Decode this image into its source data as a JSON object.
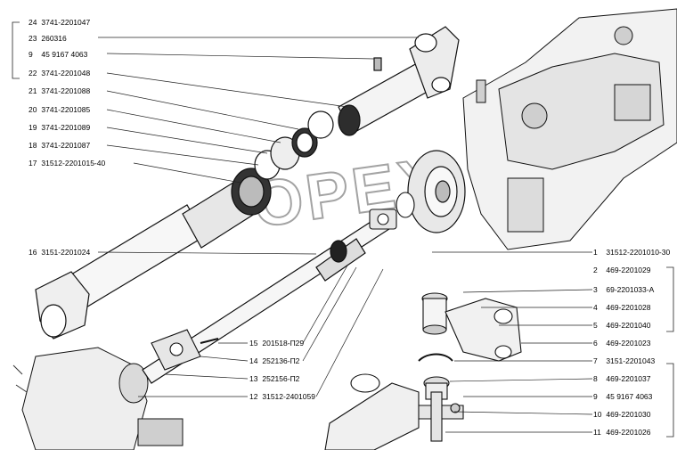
{
  "watermark": "OPEX",
  "callouts_left": [
    {
      "num": "24",
      "part": "3741-2201047"
    },
    {
      "num": "23",
      "part": "260316"
    },
    {
      "num": "9",
      "part": "45 9167 4063"
    },
    {
      "num": "22",
      "part": "3741-2201048"
    },
    {
      "num": "21",
      "part": "3741-2201088"
    },
    {
      "num": "20",
      "part": "3741-2201085"
    },
    {
      "num": "19",
      "part": "3741-2201089"
    },
    {
      "num": "18",
      "part": "3741-2201087"
    },
    {
      "num": "17",
      "part": "31512-2201015-40"
    },
    {
      "num": "16",
      "part": "3151-2201024"
    }
  ],
  "callouts_right": [
    {
      "num": "1",
      "part": "31512-2201010-30"
    },
    {
      "num": "2",
      "part": "469-2201029"
    },
    {
      "num": "3",
      "part": "69-2201033-А"
    },
    {
      "num": "4",
      "part": "469-2201028"
    },
    {
      "num": "5",
      "part": "469-2201040"
    },
    {
      "num": "6",
      "part": "469-2201023"
    },
    {
      "num": "7",
      "part": "3151-2201043"
    },
    {
      "num": "8",
      "part": "469-2201037"
    },
    {
      "num": "9",
      "part": "45 9167 4063"
    },
    {
      "num": "10",
      "part": "469-2201030"
    },
    {
      "num": "11",
      "part": "469-2201026"
    }
  ],
  "callouts_mid": [
    {
      "num": "15",
      "part": "201518-П29"
    },
    {
      "num": "14",
      "part": "252136-П2"
    },
    {
      "num": "13",
      "part": "252156-П2"
    },
    {
      "num": "12",
      "part": "31512-2401059"
    }
  ]
}
